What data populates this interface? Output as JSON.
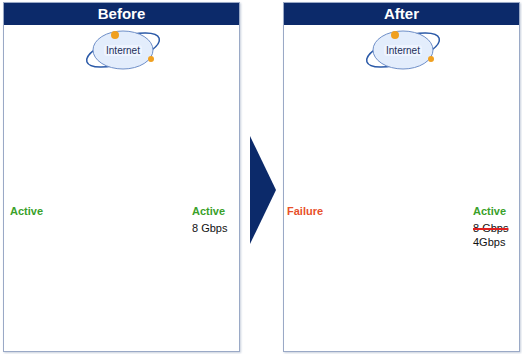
{
  "diagram": {
    "nodes": [
      {
        "text": [
          "Before"
        ]
      },
      {
        "text": [
          "Internet"
        ],
        "in": 0
      },
      {
        "text": [
          "After"
        ]
      },
      {
        "text": [
          "Internet"
        ],
        "in": 2
      }
    ],
    "labels": [
      "Active",
      "Active",
      "8 Gbps",
      "Failure",
      "Active",
      "8 Gbps",
      "4Gbps"
    ]
  }
}
